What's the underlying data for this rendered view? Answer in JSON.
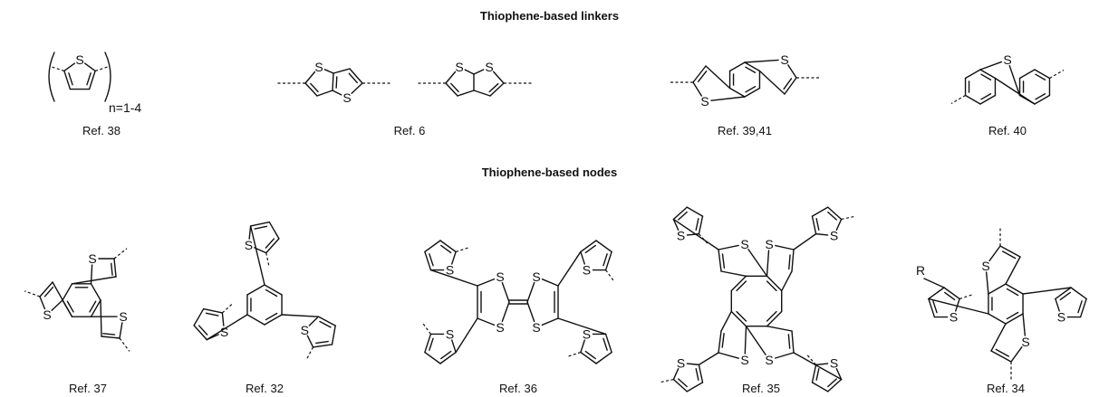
{
  "sections": {
    "linkers_title": "Thiophene-based linkers",
    "nodes_title": "Thiophene-based nodes"
  },
  "atom_label": "S",
  "r_label": "R",
  "subscript_label": "n=1-4",
  "linkers": [
    {
      "ref": "Ref. 38"
    },
    {
      "ref": "Ref. 6"
    },
    {
      "ref": "Ref. 39,41"
    },
    {
      "ref": "Ref. 40"
    }
  ],
  "nodes": [
    {
      "ref": "Ref. 37"
    },
    {
      "ref": "Ref. 32"
    },
    {
      "ref": "Ref. 36"
    },
    {
      "ref": "Ref. 35"
    },
    {
      "ref": "Ref. 34"
    }
  ]
}
